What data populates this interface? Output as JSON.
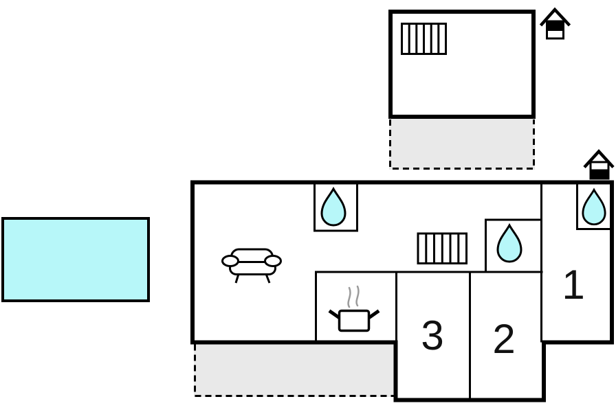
{
  "plan": {
    "rooms": {
      "room1": {
        "label": "1"
      },
      "room2": {
        "label": "2"
      },
      "room3": {
        "label": "3"
      }
    },
    "colors": {
      "wall": "#000000",
      "water": "#b7f7f9",
      "terrace": "#e9e9e9",
      "steam": "#9b9b9b",
      "background": "#ffffff"
    },
    "icons": [
      "swimming-pool",
      "radiator-icon",
      "water-drop-icon",
      "sofa-icon",
      "cooking-pot-icon",
      "entrance-marker-icon",
      "terrace-area"
    ]
  }
}
